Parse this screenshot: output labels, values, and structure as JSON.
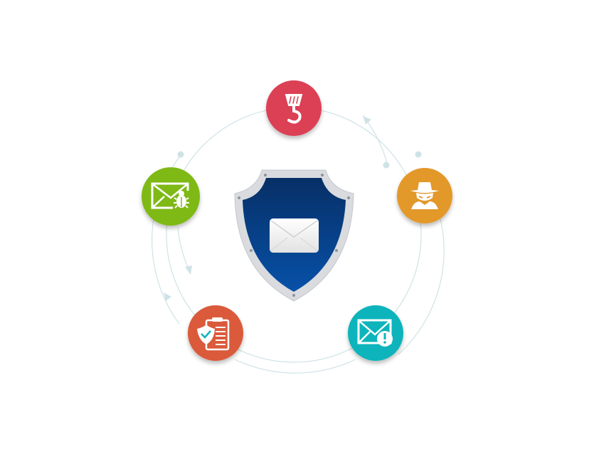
{
  "diagram": {
    "center": {
      "icon": "shield-envelope-icon",
      "shield_color": "#0a3f82",
      "rim_color": "#d9dbdf"
    },
    "ring_color": "#cfe3e6",
    "nodes": [
      {
        "id": "phishing",
        "icon": "hook-icon",
        "color": "#dc3f55"
      },
      {
        "id": "impersonation",
        "icon": "spy-icon",
        "color": "#e3982c"
      },
      {
        "id": "email-alert",
        "icon": "envelope-alert-icon",
        "color": "#10b4bb"
      },
      {
        "id": "compliance",
        "icon": "shield-clipboard-icon",
        "color": "#da5a3a"
      },
      {
        "id": "malware",
        "icon": "envelope-bug-icon",
        "color": "#7fb915"
      }
    ]
  }
}
